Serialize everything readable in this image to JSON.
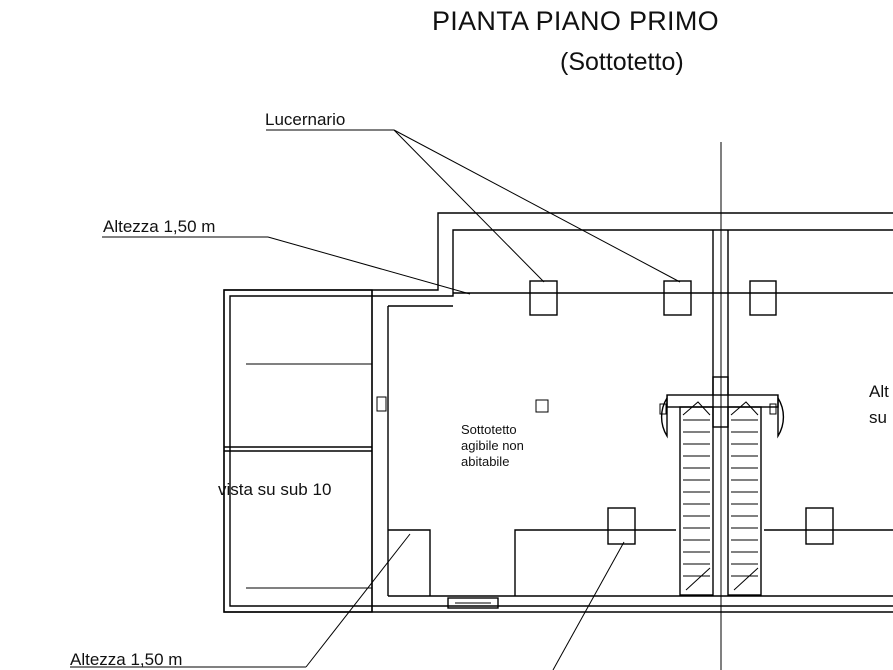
{
  "plan": {
    "title": "PIANTA PIANO PRIMO",
    "subtitle": "(Sottotetto)"
  },
  "labels": {
    "lucernario": "Lucernario",
    "altezza_top": "Altezza 1,50 m",
    "altezza_bottom": "Altezza 1,50 m",
    "vista": "vista su sub 10",
    "room_line1": "Sottotetto",
    "room_line2": "agibile non",
    "room_line3": "abitabile",
    "right_cut_1": "Alt",
    "right_cut_2": "su"
  }
}
